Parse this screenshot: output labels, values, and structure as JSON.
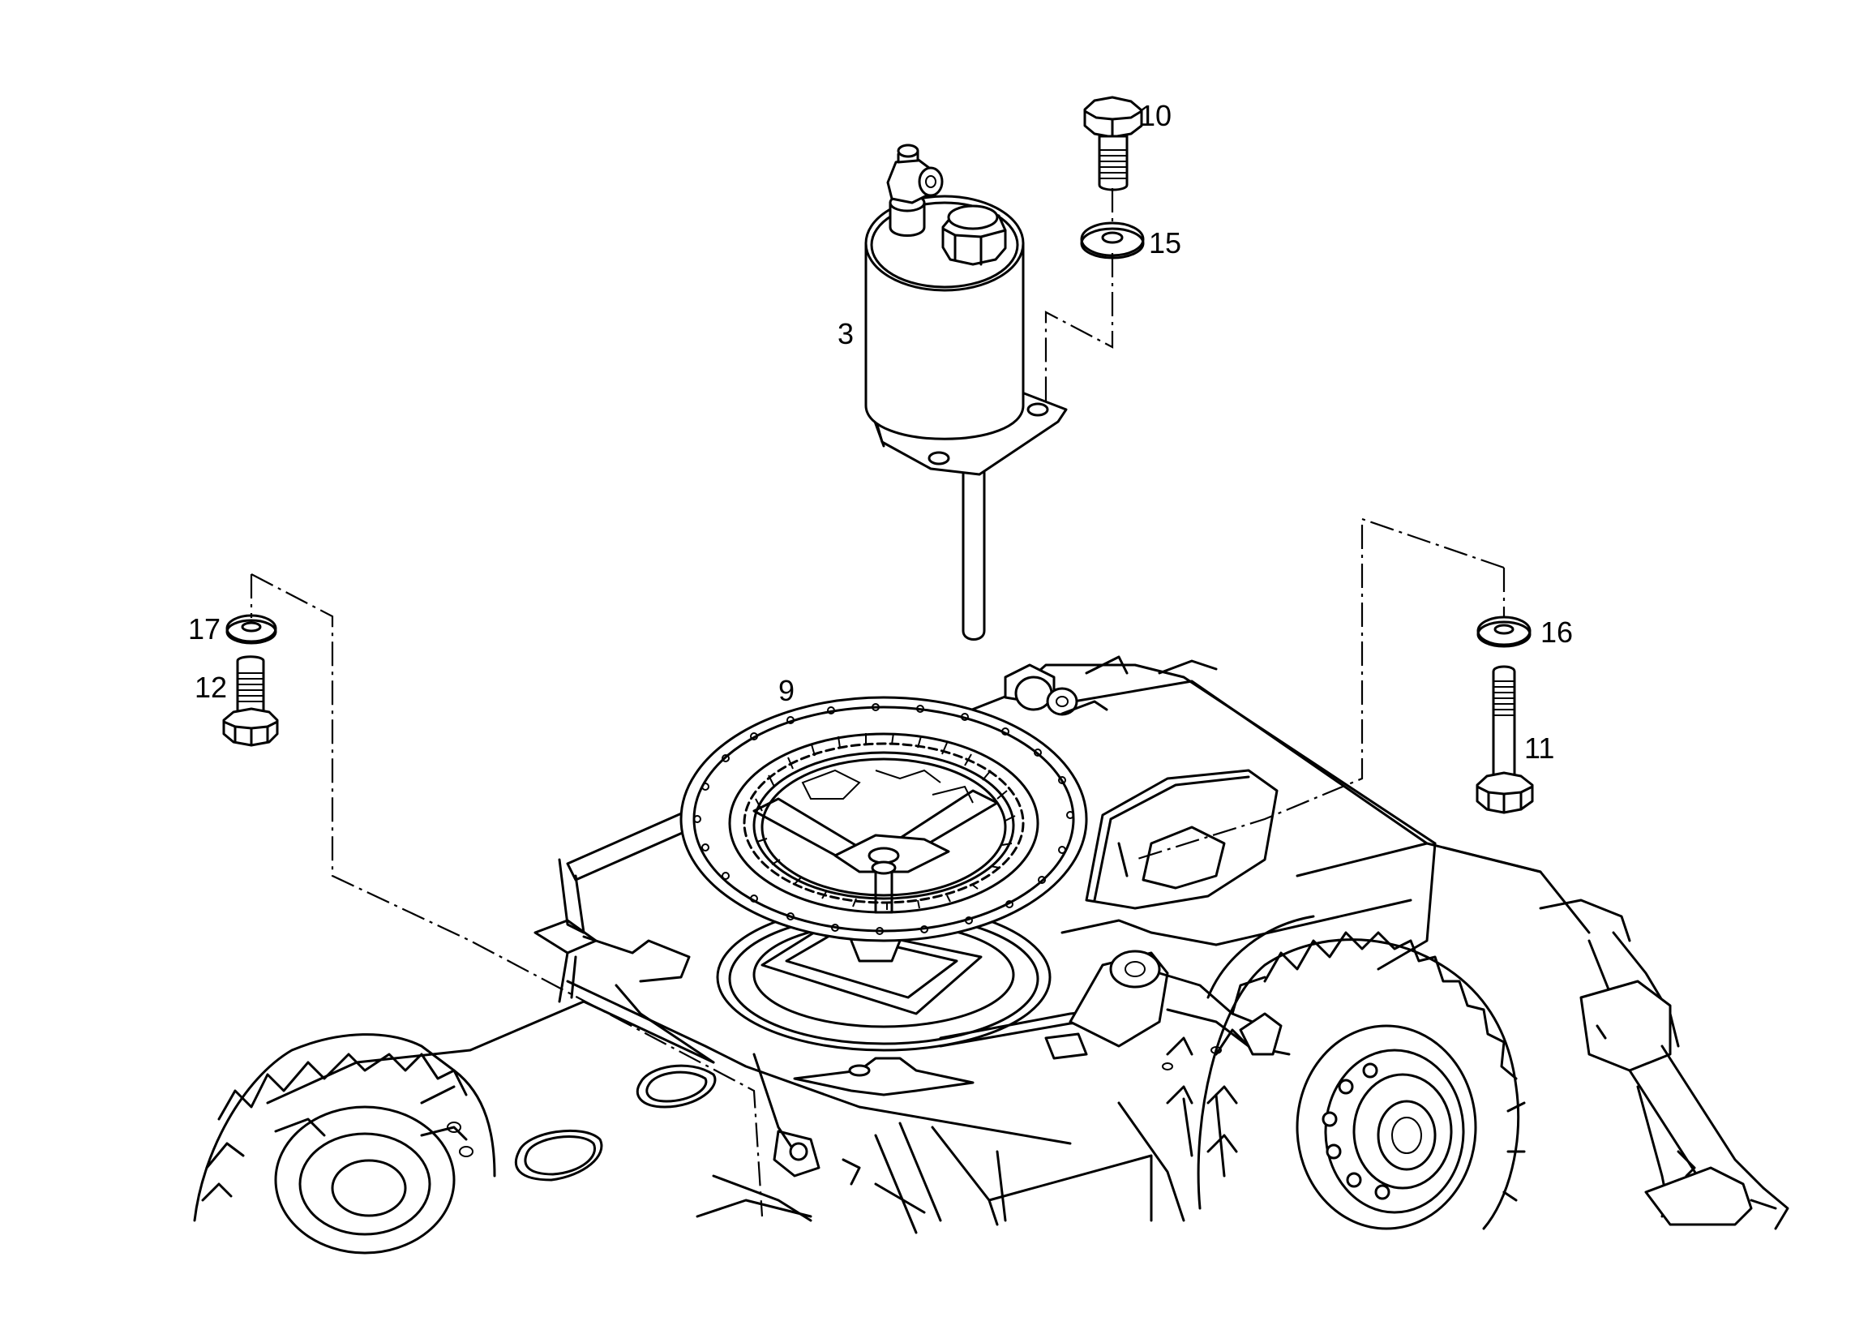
{
  "callouts": {
    "c3": "3",
    "c9": "9",
    "c10": "10",
    "c11": "11",
    "c12": "12",
    "c15": "15",
    "c16": "16",
    "c17": "17"
  },
  "parts": [
    {
      "number": "3",
      "item": "cylinder unit with mounting flange"
    },
    {
      "number": "9",
      "item": "slewing ring"
    },
    {
      "number": "10",
      "item": "hex bolt"
    },
    {
      "number": "11",
      "item": "hex bolt"
    },
    {
      "number": "12",
      "item": "hex bolt"
    },
    {
      "number": "15",
      "item": "washer"
    },
    {
      "number": "16",
      "item": "washer"
    },
    {
      "number": "17",
      "item": "washer"
    }
  ],
  "colors": {
    "line": "#000000",
    "background": "#ffffff"
  }
}
